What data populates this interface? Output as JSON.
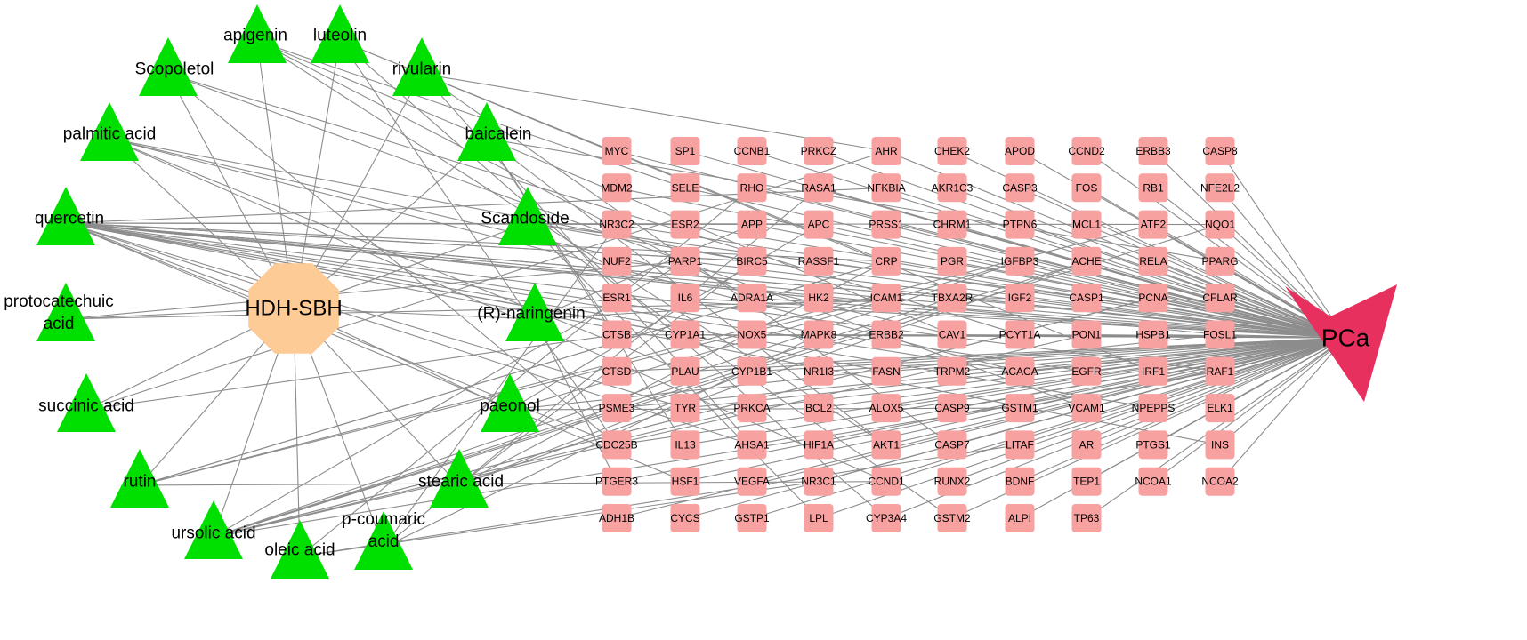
{
  "network": {
    "hub": {
      "label": "HDH-SBH",
      "color": "#FDCB96"
    },
    "target": {
      "label": "PCa",
      "color": "#E8305E"
    },
    "compound_color": "#00E000",
    "gene_color": "#F7A1A1",
    "edge_color": "#8C8C8C",
    "compounds": [
      {
        "label": "apigenin"
      },
      {
        "label": "luteolin"
      },
      {
        "label": "rivularin"
      },
      {
        "label": "Scopoletol"
      },
      {
        "label": "palmitic acid"
      },
      {
        "label": "baicalein"
      },
      {
        "label": "quercetin"
      },
      {
        "label": "Scandoside"
      },
      {
        "label": "protocatechuic acid",
        "lines": [
          "protocatechuic",
          "acid"
        ]
      },
      {
        "label": "(R)-naringenin"
      },
      {
        "label": "succinic acid"
      },
      {
        "label": "paeonol"
      },
      {
        "label": "rutin"
      },
      {
        "label": "stearic acid"
      },
      {
        "label": "ursolic acid"
      },
      {
        "label": "p-coumaric acid",
        "lines": [
          "p-coumaric",
          "acid"
        ]
      },
      {
        "label": "oleic acid"
      }
    ],
    "gene_columns": [
      [
        "MYC",
        "MDM2",
        "NR3C2",
        "NUF2",
        "ESR1",
        "CTSB",
        "CTSD",
        "PSME3",
        "CDC25B",
        "PTGER3",
        "ADH1B"
      ],
      [
        "SP1",
        "SELE",
        "ESR2",
        "PARP1",
        "IL6",
        "CYP1A1",
        "PLAU",
        "TYR",
        "IL13",
        "HSF1",
        "CYCS"
      ],
      [
        "CCNB1",
        "RHO",
        "APP",
        "BIRC5",
        "ADRA1A",
        "NOX5",
        "CYP1B1",
        "PRKCA",
        "AHSA1",
        "VEGFA",
        "GSTP1"
      ],
      [
        "PRKCZ",
        "RASA1",
        "APC",
        "RASSF1",
        "HK2",
        "MAPK8",
        "NR1I3",
        "BCL2",
        "HIF1A",
        "NR3C1",
        "LPL"
      ],
      [
        "AHR",
        "NFKBIA",
        "PRSS1",
        "CRP",
        "ICAM1",
        "ERBB2",
        "FASN",
        "ALOX5",
        "AKT1",
        "CCND1",
        "CYP3A4"
      ],
      [
        "CHEK2",
        "AKR1C3",
        "CHRM1",
        "PGR",
        "TBXA2R",
        "CAV1",
        "TRPM2",
        "CASP9",
        "CASP7",
        "RUNX2",
        "GSTM2"
      ],
      [
        "APOD",
        "CASP3",
        "PTPN6",
        "IGFBP3",
        "IGF2",
        "PCYT1A",
        "ACACA",
        "GSTM1",
        "LITAF",
        "BDNF",
        "ALPI"
      ],
      [
        "CCND2",
        "FOS",
        "MCL1",
        "ACHE",
        "CASP1",
        "PON1",
        "EGFR",
        "VCAM1",
        "AR",
        "TEP1",
        "TP63"
      ],
      [
        "ERBB3",
        "RB1",
        "ATF2",
        "RELA",
        "PCNA",
        "HSPB1",
        "IRF1",
        "NPEPPS",
        "PTGS1",
        "NCOA1"
      ],
      [
        "CASP8",
        "NFE2L2",
        "NQO1",
        "PPARG",
        "CFLAR",
        "FOSL1",
        "RAF1",
        "ELK1",
        "INS",
        "NCOA2"
      ]
    ]
  }
}
